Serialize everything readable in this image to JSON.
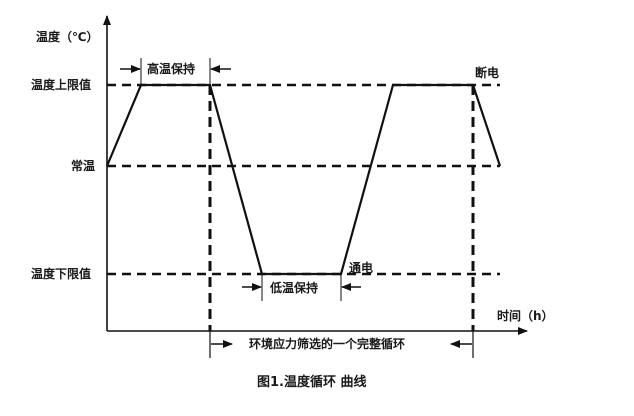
{
  "diagram": {
    "title": "图1.温度循环 曲线",
    "y_axis_label": "温度（℃）",
    "x_axis_label": "时间（h）",
    "y_levels": [
      {
        "name": "upper",
        "label": "温度上限值"
      },
      {
        "name": "ambient",
        "label": "常温"
      },
      {
        "name": "lower",
        "label": "温度下限值"
      }
    ],
    "annotations": {
      "high_hold": "高温保持",
      "low_hold": "低温保持",
      "power_off": "断电",
      "power_on": "通电",
      "full_cycle": "环境应力筛选的一个完整循环"
    },
    "curve_points": [
      {
        "phase": "start",
        "level": "ambient"
      },
      {
        "phase": "ramp-up",
        "level": "upper"
      },
      {
        "phase": "high-hold-end",
        "level": "upper"
      },
      {
        "phase": "ramp-down",
        "level": "lower"
      },
      {
        "phase": "low-hold-end",
        "level": "lower"
      },
      {
        "phase": "ramp-up",
        "level": "upper"
      },
      {
        "phase": "power-off",
        "level": "upper"
      },
      {
        "phase": "end",
        "level": "ambient"
      }
    ],
    "colors": {
      "line": "#111111",
      "background": "#ffffff"
    }
  }
}
